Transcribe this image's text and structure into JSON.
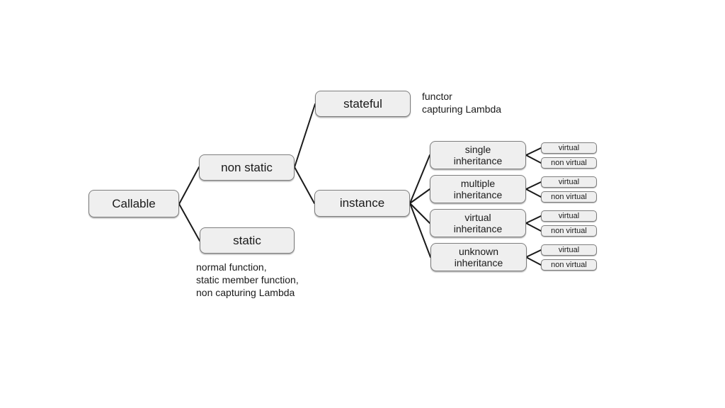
{
  "colors": {
    "box_fill": "#efefef",
    "box_border": "#7e7e7e",
    "connector": "#1a1a1a",
    "text": "#1a1a1a",
    "background": "#ffffff"
  },
  "nodes": {
    "callable": {
      "label": "Callable"
    },
    "non_static": {
      "label": "non static"
    },
    "static": {
      "label": "static"
    },
    "stateful": {
      "label": "stateful"
    },
    "instance": {
      "label": "instance"
    }
  },
  "inheritance_rows": [
    {
      "label": "single\ninheritance",
      "leaves": [
        "virtual",
        "non virtual"
      ]
    },
    {
      "label": "multiple\ninheritance",
      "leaves": [
        "virtual",
        "non virtual"
      ]
    },
    {
      "label": "virtual\ninheritance",
      "leaves": [
        "virtual",
        "non virtual"
      ]
    },
    {
      "label": "unknown\ninheritance",
      "leaves": [
        "virtual",
        "non virtual"
      ]
    }
  ],
  "annotations": {
    "stateful_note": "functor\ncapturing Lambda",
    "static_note": "normal function,\nstatic member function,\nnon capturing Lambda"
  }
}
